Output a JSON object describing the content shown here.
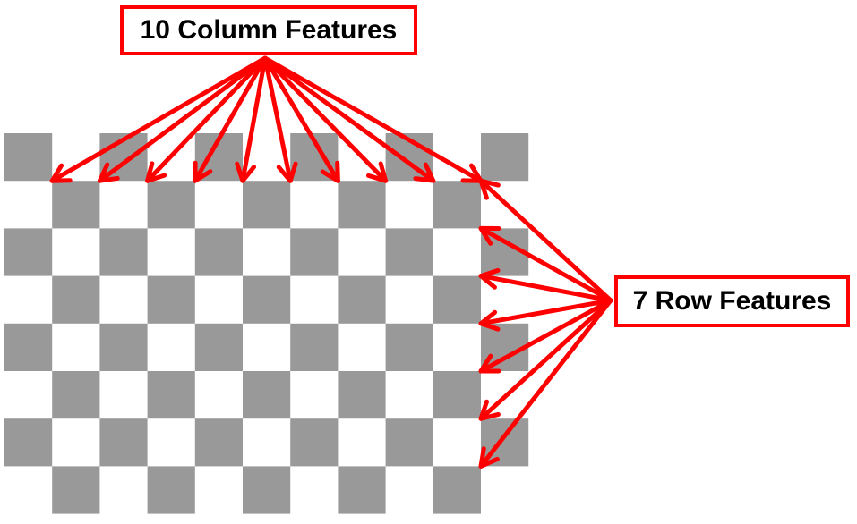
{
  "labels": {
    "columns": "10 Column Features",
    "rows": "7 Row Features"
  },
  "checkerboard": {
    "columns": 11,
    "rows": 8,
    "colors": {
      "dark": "#999999",
      "light": "#ffffff"
    }
  },
  "features": {
    "column_count": 10,
    "row_count": 7
  },
  "colors": {
    "arrow": "#ff0000",
    "box_border": "#ff0000"
  }
}
